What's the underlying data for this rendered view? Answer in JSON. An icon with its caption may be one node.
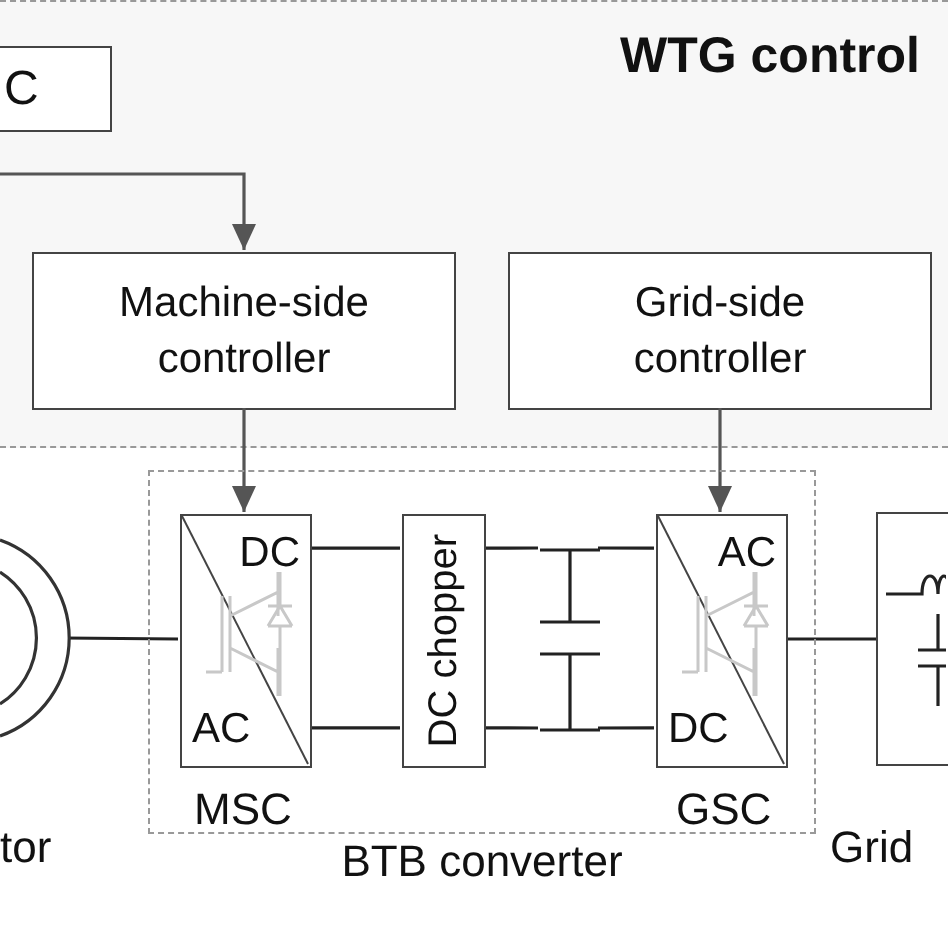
{
  "diagram": {
    "nodes": [
      {
        "text": [
          "WTG control"
        ]
      },
      {
        "text": [
          "C"
        ],
        "in": 0
      },
      {
        "text": [
          "Machine-side controller"
        ],
        "in": 0
      },
      {
        "text": [
          "Grid-side controller"
        ],
        "in": 0
      },
      {
        "text": [],
        "shape": "circle",
        "beside": [
          "tor"
        ]
      },
      {
        "text": [
          "BTB converter"
        ]
      },
      {
        "text": [
          "DC",
          "AC"
        ],
        "in": 5,
        "beside": [
          "MSC"
        ]
      },
      {
        "text": [
          "DC chopper"
        ],
        "in": 5
      },
      {
        "text": [],
        "shape": "capacitor",
        "in": 5
      },
      {
        "text": [
          "AC",
          "DC"
        ],
        "in": 5,
        "beside": [
          "GSC"
        ]
      },
      {
        "text": [],
        "shape": "box",
        "beside": [
          "Grid"
        ]
      }
    ],
    "edges": [
      {
        "from": null,
        "to": 2,
        "arrow": "to"
      },
      {
        "from": 2,
        "to": 6,
        "arrow": "to"
      },
      {
        "from": 3,
        "to": 9,
        "arrow": "to"
      },
      {
        "from": 4,
        "to": 6,
        "arrow": "none"
      },
      {
        "from": 6,
        "to": 7,
        "arrow": "none"
      },
      {
        "from": 6,
        "to": 7,
        "arrow": "none"
      },
      {
        "from": 7,
        "to": 8,
        "arrow": "none"
      },
      {
        "from": 7,
        "to": 8,
        "arrow": "none"
      },
      {
        "from": 8,
        "to": 9,
        "arrow": "none"
      },
      {
        "from": 8,
        "to": 9,
        "arrow": "none"
      },
      {
        "from": 9,
        "to": 10,
        "arrow": "none"
      }
    ]
  }
}
